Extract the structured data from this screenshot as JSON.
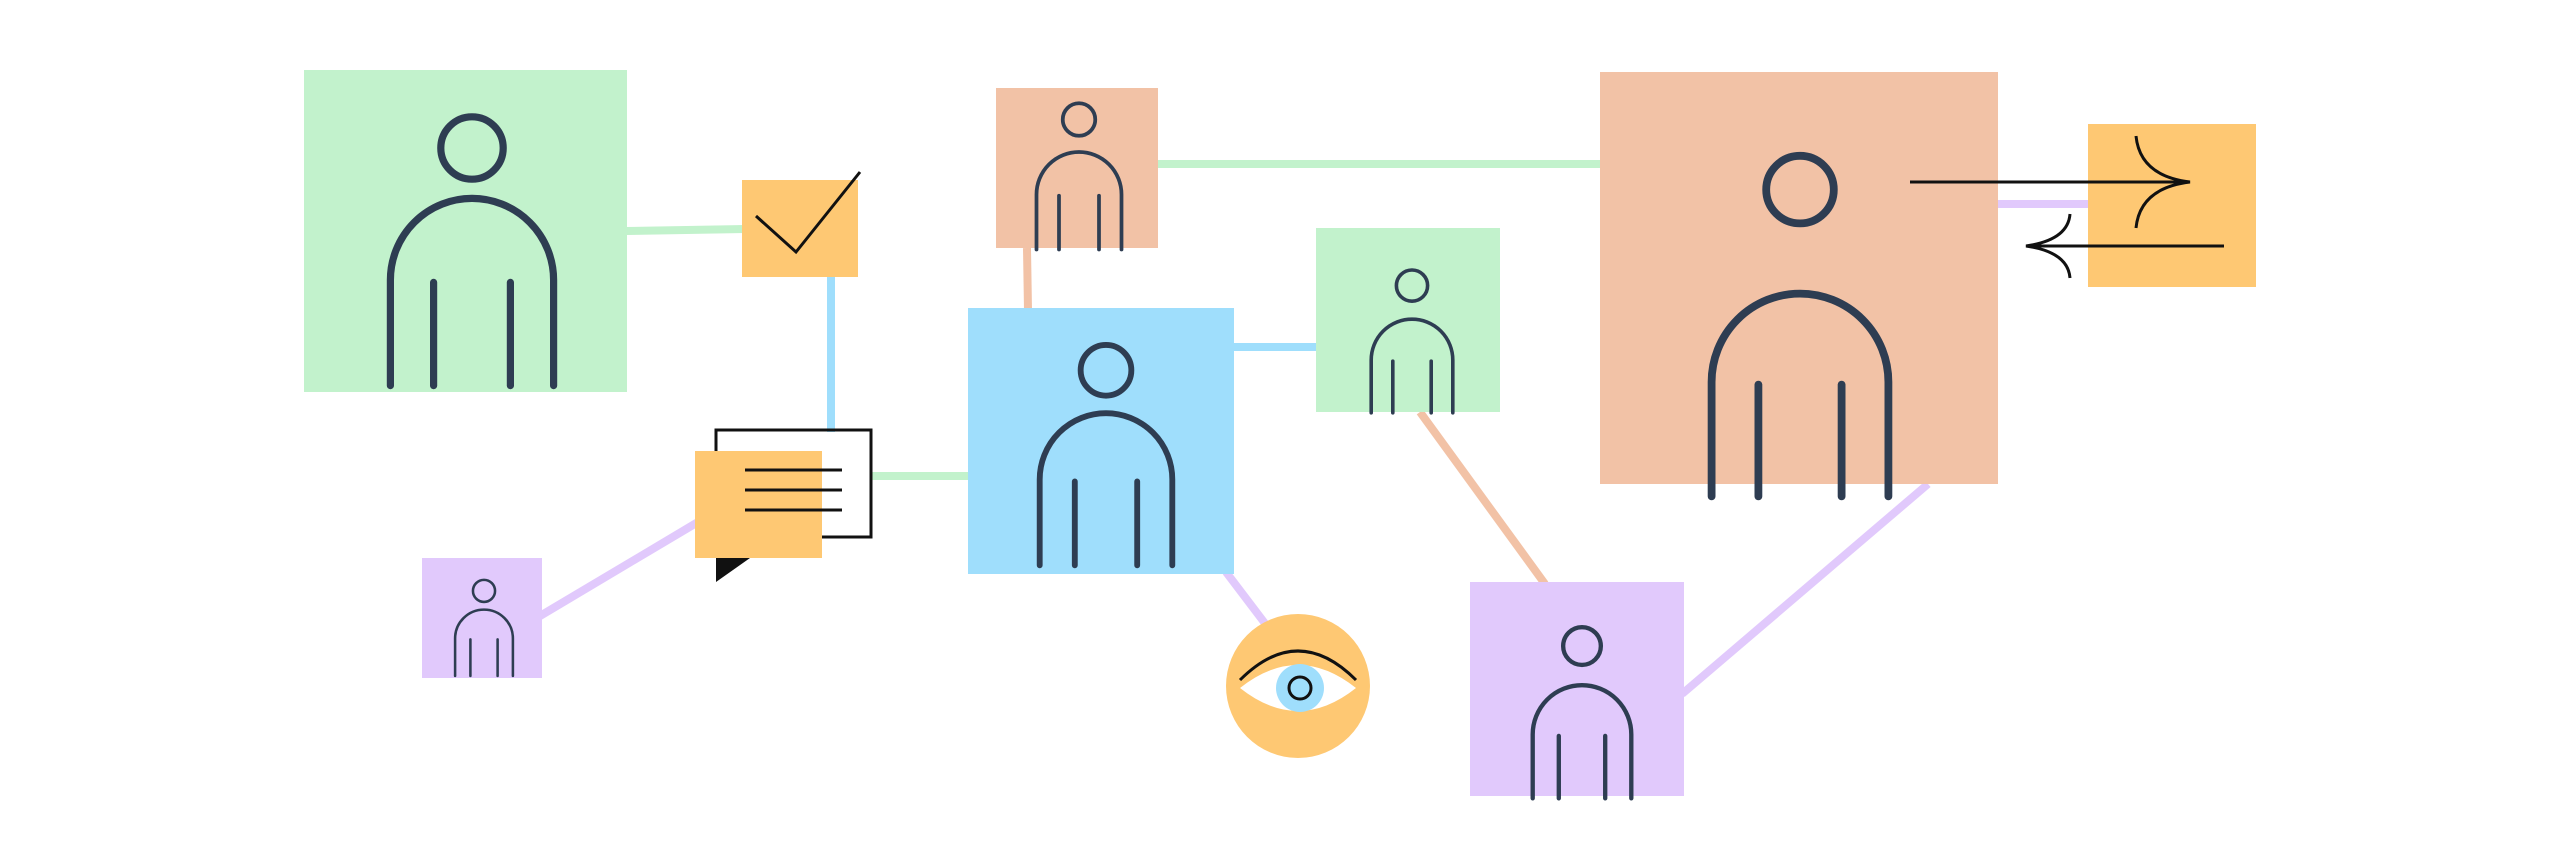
{
  "colors": {
    "background": "#ffffff",
    "green": "#c2f2cc",
    "peach": "#f2c2a6",
    "blue": "#9fdefc",
    "purple": "#e1c9fc",
    "orange": "#fec873",
    "figure_stroke": "#2e3d52",
    "line_stroke": "#111111"
  },
  "nodes": [
    {
      "name": "person-green-large",
      "color": "green"
    },
    {
      "name": "person-peach-small",
      "color": "peach"
    },
    {
      "name": "person-blue-center",
      "color": "blue"
    },
    {
      "name": "person-green-medium",
      "color": "green"
    },
    {
      "name": "person-peach-large",
      "color": "peach"
    },
    {
      "name": "person-purple-small",
      "color": "purple"
    },
    {
      "name": "person-purple-medium",
      "color": "purple"
    }
  ],
  "icons": [
    {
      "name": "checkmark-icon",
      "color": "orange"
    },
    {
      "name": "message-icon",
      "color": "orange"
    },
    {
      "name": "eye-icon",
      "color": "orange"
    },
    {
      "name": "exchange-arrows-icon",
      "color": "orange"
    }
  ],
  "connectors": [
    {
      "name": "connector-green-to-check",
      "color": "green"
    },
    {
      "name": "connector-check-to-message",
      "color": "blue"
    },
    {
      "name": "connector-message-to-center",
      "color": "green"
    },
    {
      "name": "connector-purple-small-to-message",
      "color": "purple"
    },
    {
      "name": "connector-peach-small-to-center",
      "color": "peach"
    },
    {
      "name": "connector-peach-small-to-peach-large",
      "color": "green"
    },
    {
      "name": "connector-center-to-green-medium",
      "color": "blue"
    },
    {
      "name": "connector-center-to-eye",
      "color": "purple"
    },
    {
      "name": "connector-green-medium-to-purple-medium",
      "color": "peach"
    },
    {
      "name": "connector-purple-medium-to-peach-large",
      "color": "purple"
    },
    {
      "name": "connector-peach-large-to-exchange",
      "color": "purple"
    }
  ]
}
